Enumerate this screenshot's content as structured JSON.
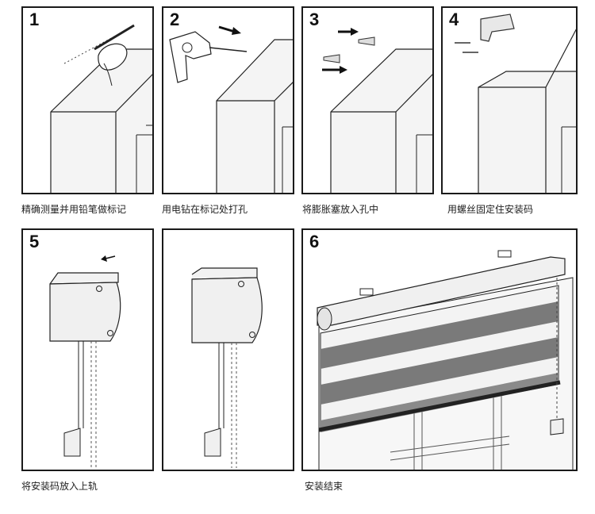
{
  "steps": [
    {
      "number": "1",
      "caption": "精确测量并用铅笔做标记",
      "icon": "pencil-mark"
    },
    {
      "number": "2",
      "caption": "用电钻在标记处打孔",
      "icon": "power-drill"
    },
    {
      "number": "3",
      "caption": "将膨胀塞放入孔中",
      "icon": "wall-plug"
    },
    {
      "number": "4",
      "caption": "用螺丝固定住安装码",
      "icon": "mounting-bracket"
    },
    {
      "number": "5",
      "caption": "将安装码放入上轨",
      "icon": "bracket-insert"
    },
    {
      "number": "",
      "caption": "",
      "icon": "bracket-installed"
    },
    {
      "number": "6",
      "caption": "安装结束",
      "icon": "finished-blind"
    }
  ]
}
